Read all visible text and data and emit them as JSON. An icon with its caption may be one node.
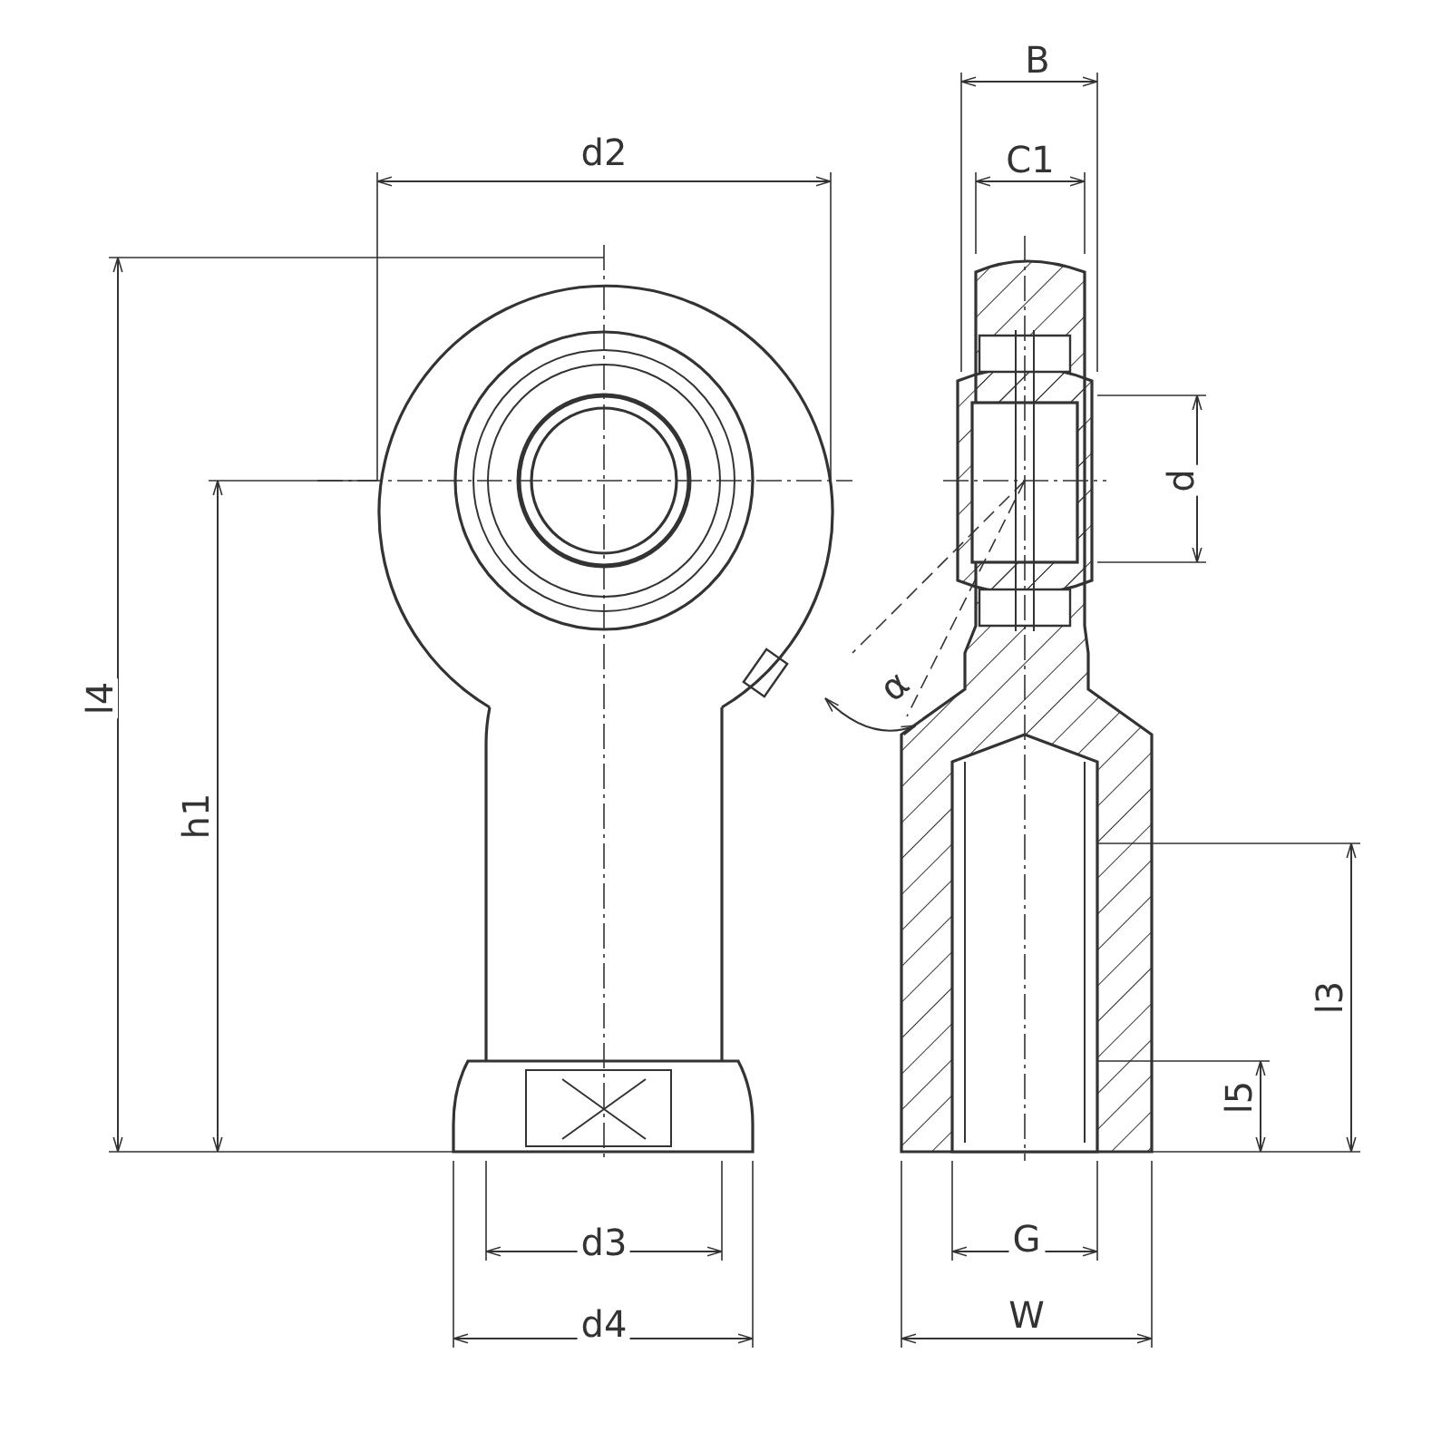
{
  "diagram": {
    "labels": [
      "d2",
      "B",
      "C1",
      "l4",
      "h1",
      "d",
      "α",
      "l3",
      "l5",
      "d3",
      "G",
      "d4",
      "W"
    ]
  }
}
